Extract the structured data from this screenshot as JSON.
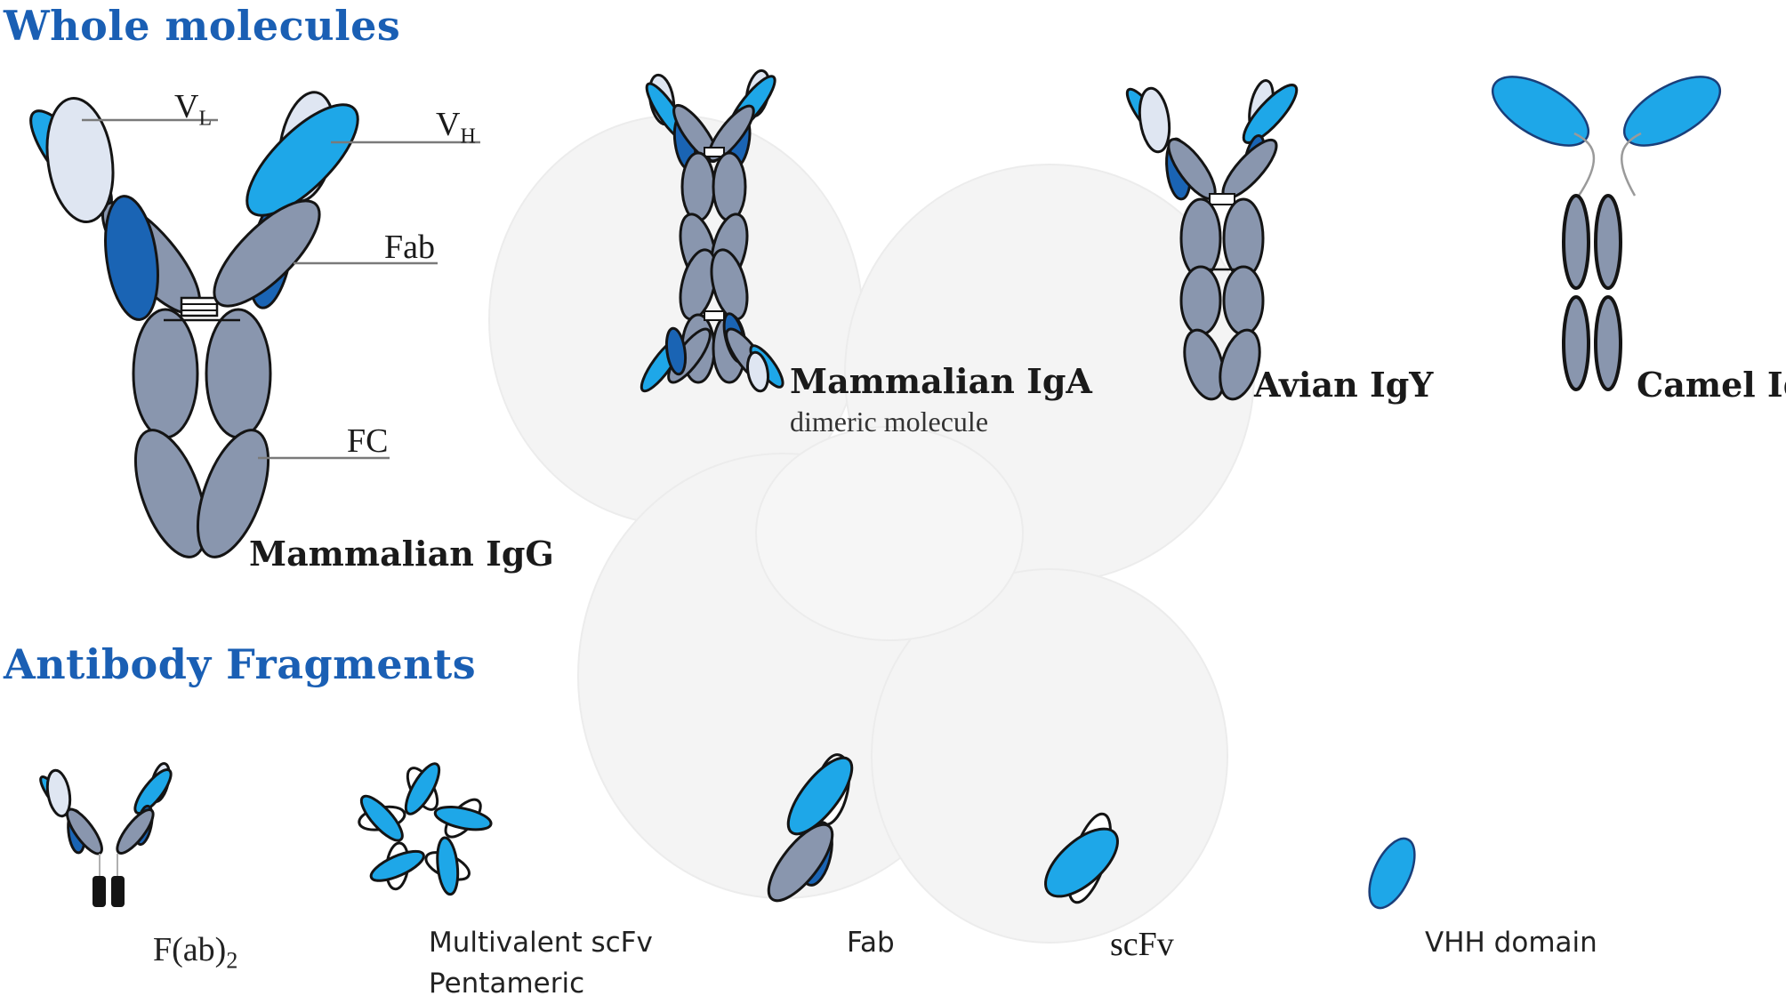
{
  "sections": {
    "whole_molecules": "Whole molecules",
    "antibody_fragments": "Antibody Fragments"
  },
  "labels": {
    "vl_main": "V",
    "vl_sub": "L",
    "vh_main": "V",
    "vh_sub": "H",
    "fab_part": "Fab",
    "fc_part": "FC"
  },
  "molecules": {
    "igg": "Mammalian IgG",
    "iga": "Mammalian IgA",
    "iga_sub": "dimeric molecule",
    "igy": "Avian IgY",
    "camel": "Camel Ig"
  },
  "fragments": {
    "fab2_main": "F(ab)",
    "fab2_sub": "2",
    "scfv_multi_line1": "Multivalent scFv",
    "scfv_multi_line2": "Pentameric",
    "fab": "Fab",
    "scfv": "scFv",
    "vhh": "VHH domain"
  },
  "colors": {
    "title": "#1a5fb4",
    "light_blue": "#1ea7e8",
    "dark_blue": "#1a64b4",
    "grey_blue": "#8996ae",
    "pale": "#dfe6f2",
    "background_circle": "#f3f3f3"
  }
}
